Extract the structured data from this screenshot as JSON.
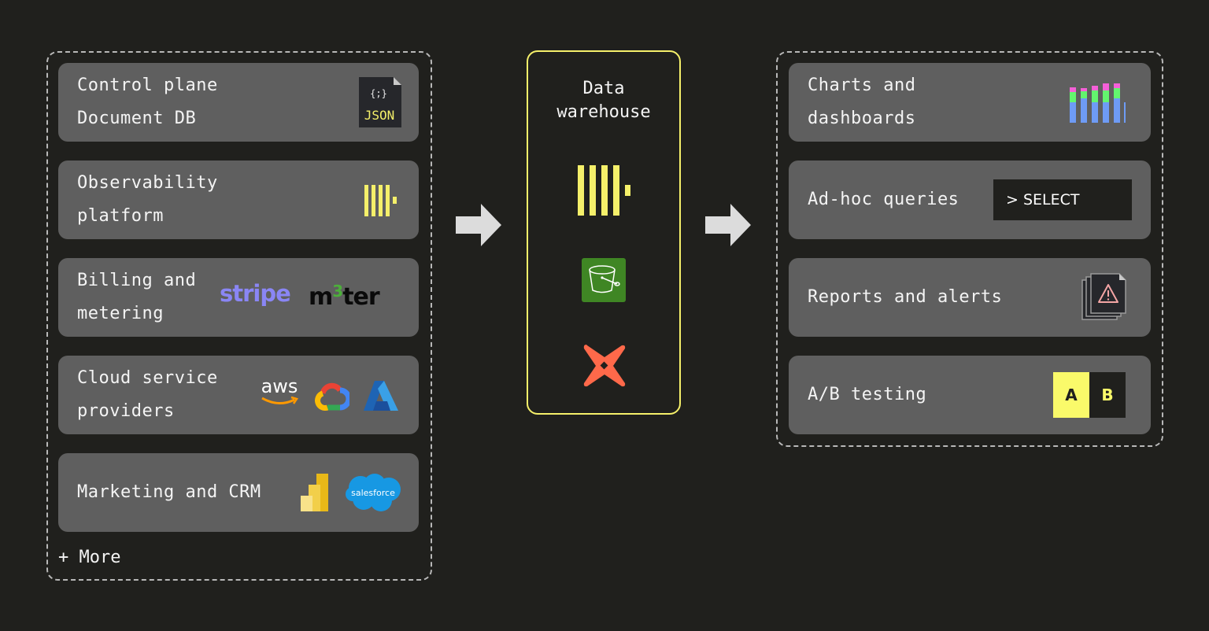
{
  "sources": {
    "items": [
      {
        "label": "Control plane\nDocument DB",
        "icons": [
          "json-document-icon"
        ],
        "icon_text": {
          "braces": "{;}",
          "json": "JSON"
        }
      },
      {
        "label": "Observability\nplatform",
        "icons": [
          "clickhouse-icon"
        ]
      },
      {
        "label": "Billing and\nmetering",
        "icons": [
          "stripe-logo",
          "m3ter-logo"
        ],
        "logo_text": {
          "stripe": "stripe",
          "m3ter_m": "m",
          "m3ter_3": "3",
          "m3ter_ter": "ter"
        }
      },
      {
        "label": "Cloud service\nproviders",
        "icons": [
          "aws-logo",
          "google-cloud-logo",
          "azure-logo"
        ],
        "logo_text": {
          "aws": "aws"
        }
      },
      {
        "label": "Marketing and CRM",
        "icons": [
          "power-bi-logo",
          "salesforce-logo"
        ],
        "logo_text": {
          "salesforce": "salesforce"
        }
      }
    ],
    "more_label": "+ More"
  },
  "warehouse": {
    "title": "Data\nwarehouse",
    "icons": [
      "clickhouse-icon",
      "s3-bucket-icon",
      "dbt-icon"
    ]
  },
  "destinations": {
    "items": [
      {
        "label": "Charts and\ndashboards",
        "icons": [
          "stacked-bar-chart-icon"
        ]
      },
      {
        "label": "Ad-hoc queries",
        "query_text": "> SELECT"
      },
      {
        "label": "Reports and alerts",
        "icons": [
          "alert-documents-icon"
        ]
      },
      {
        "label": "A/B testing",
        "ab": {
          "a": "A",
          "b": "B"
        }
      }
    ]
  },
  "colors": {
    "background": "#20201d",
    "card": "#5f5f5f",
    "accent_yellow": "#f5f06a",
    "arrow": "#dcdcdc",
    "stripe": "#8a86f5",
    "s3_green": "#3f8624",
    "dbt_orange": "#ff694a"
  }
}
